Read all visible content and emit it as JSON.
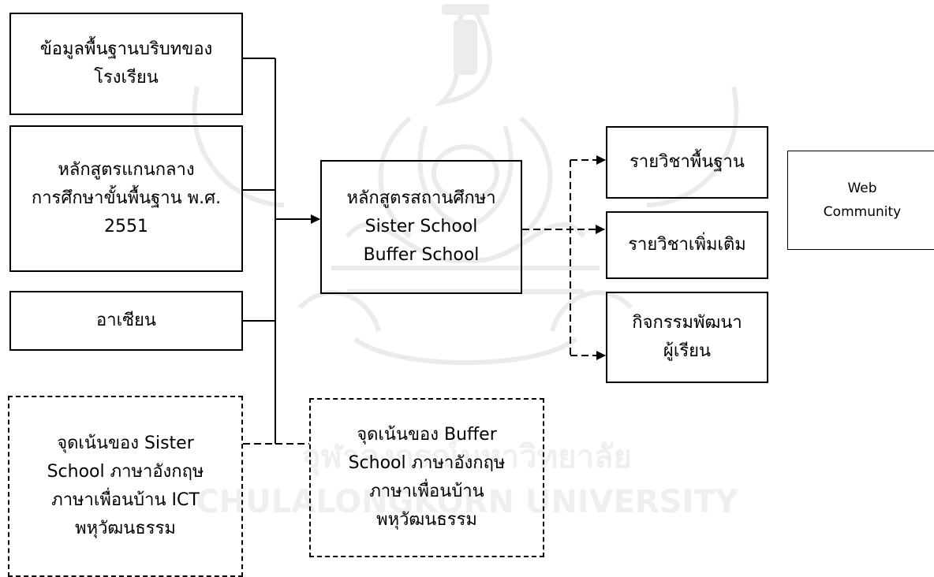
{
  "diagram": {
    "inputs": [
      {
        "lines": [
          "ข้อมูลพื้นฐานบริบทของ",
          "โรงเรียน"
        ]
      },
      {
        "lines": [
          "หลักสูตรแกนกลาง",
          "การศึกษาขั้นพื้นฐาน พ.ศ.",
          "2551"
        ]
      },
      {
        "lines": [
          "อาเซียน"
        ]
      },
      {
        "lines": [
          "จุดเน้นของ Sister",
          "School ภาษาอังกฤษ",
          "ภาษาเพื่อนบ้าน ICT",
          "พหุวัฒนธรรม"
        ]
      }
    ],
    "buffer_focus": {
      "lines": [
        "จุดเน้นของ Buffer",
        "School ภาษาอังกฤษ",
        "ภาษาเพื่อนบ้าน",
        "พหุวัฒนธรรม"
      ]
    },
    "center": {
      "lines": [
        "หลักสูตรสถานศึกษา",
        "Sister School",
        "Buffer School"
      ]
    },
    "outputs": [
      {
        "lines": [
          "รายวิชาพื้นฐาน"
        ]
      },
      {
        "lines": [
          "รายวิชาเพิ่มเติม"
        ]
      },
      {
        "lines": [
          "กิจกรรมพัฒนา",
          "ผู้เรียน"
        ]
      }
    ],
    "web_community": {
      "lines": [
        "Web",
        "Community"
      ]
    },
    "watermark_text": [
      "จุฬาลงกรณ์มหาวิทยาลัย",
      "CHULALONGKORN UNIVERSITY"
    ]
  }
}
